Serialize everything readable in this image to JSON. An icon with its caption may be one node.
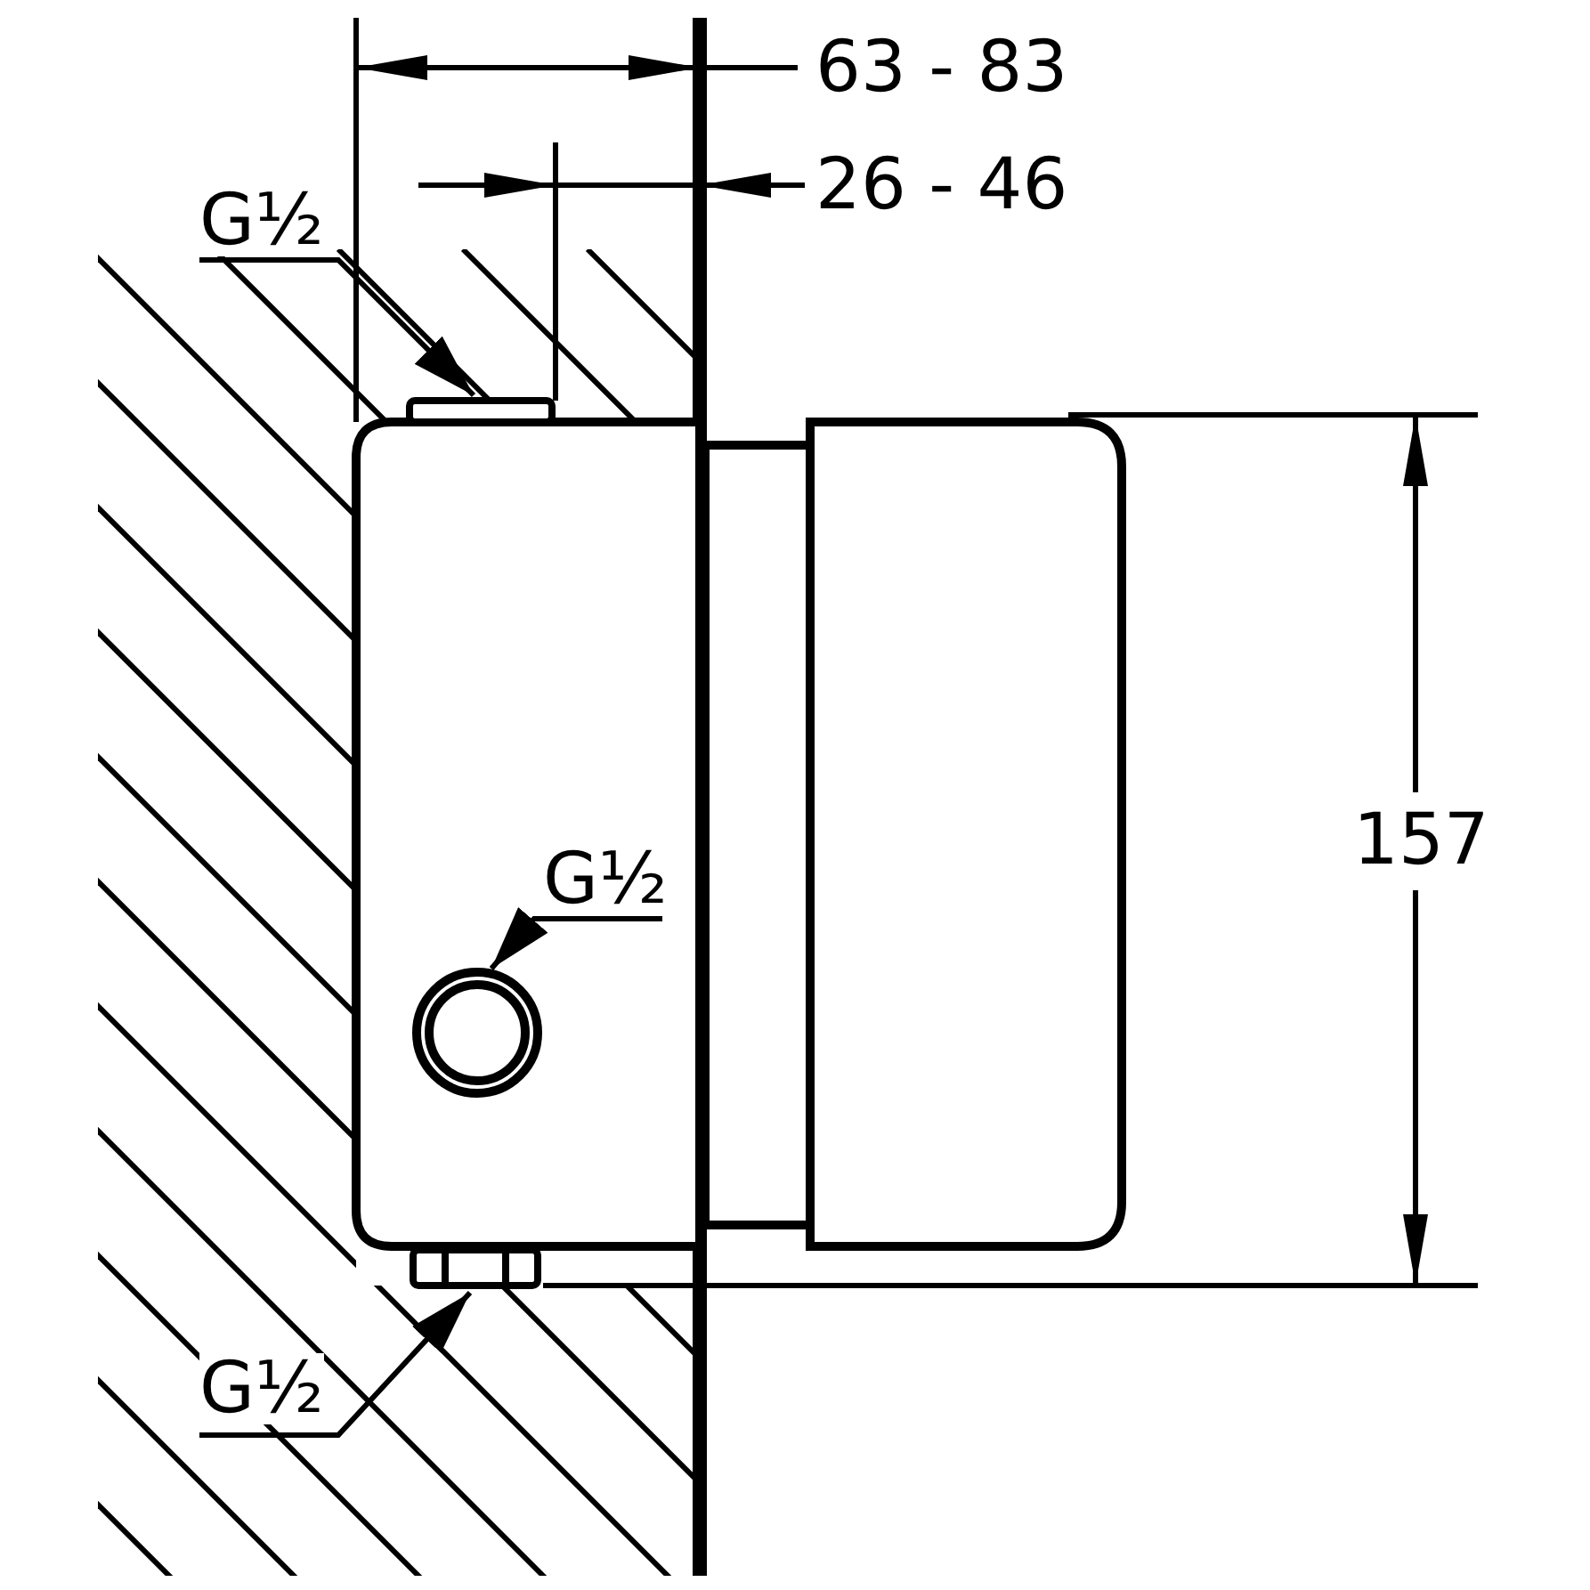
{
  "diagram": {
    "nodes": [
      {
        "text": [
          "G½"
        ]
      },
      {
        "text": [],
        "shape": "box"
      },
      {
        "text": [
          "G½"
        ]
      },
      {
        "text": [],
        "shape": "circle"
      },
      {
        "text": [
          "G½"
        ]
      },
      {
        "text": [],
        "shape": "box"
      }
    ],
    "edges": [
      {
        "from": 0,
        "to": 1,
        "arrow": "to"
      },
      {
        "from": 2,
        "to": 3,
        "arrow": "to"
      },
      {
        "from": 4,
        "to": 5,
        "arrow": "to"
      }
    ],
    "labels": [
      "63 - 83",
      "26 - 46",
      "157"
    ]
  }
}
